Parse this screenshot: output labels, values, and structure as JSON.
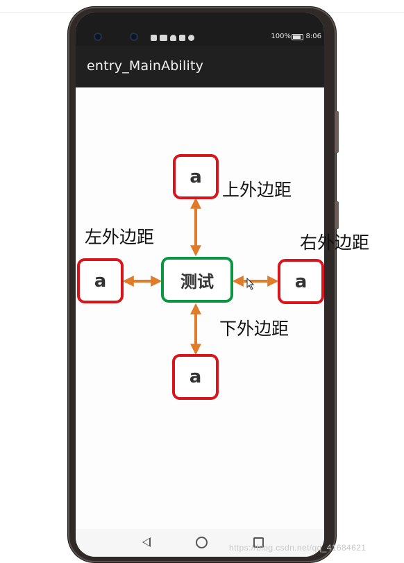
{
  "window_title": "entry_MainAbility",
  "status_bar": {
    "battery": "100%",
    "time": "8:06"
  },
  "diagram": {
    "center_label": "测试",
    "box_label": "a",
    "margins": {
      "top": "上外边距",
      "bottom": "下外边距",
      "left": "左外边距",
      "right": "右外边距"
    },
    "colors": {
      "outer_box": "#d9141a",
      "center_box": "#0a9642",
      "arrow": "#e07b2a"
    }
  },
  "watermark": "https://blog.csdn.net/qq_41684621"
}
